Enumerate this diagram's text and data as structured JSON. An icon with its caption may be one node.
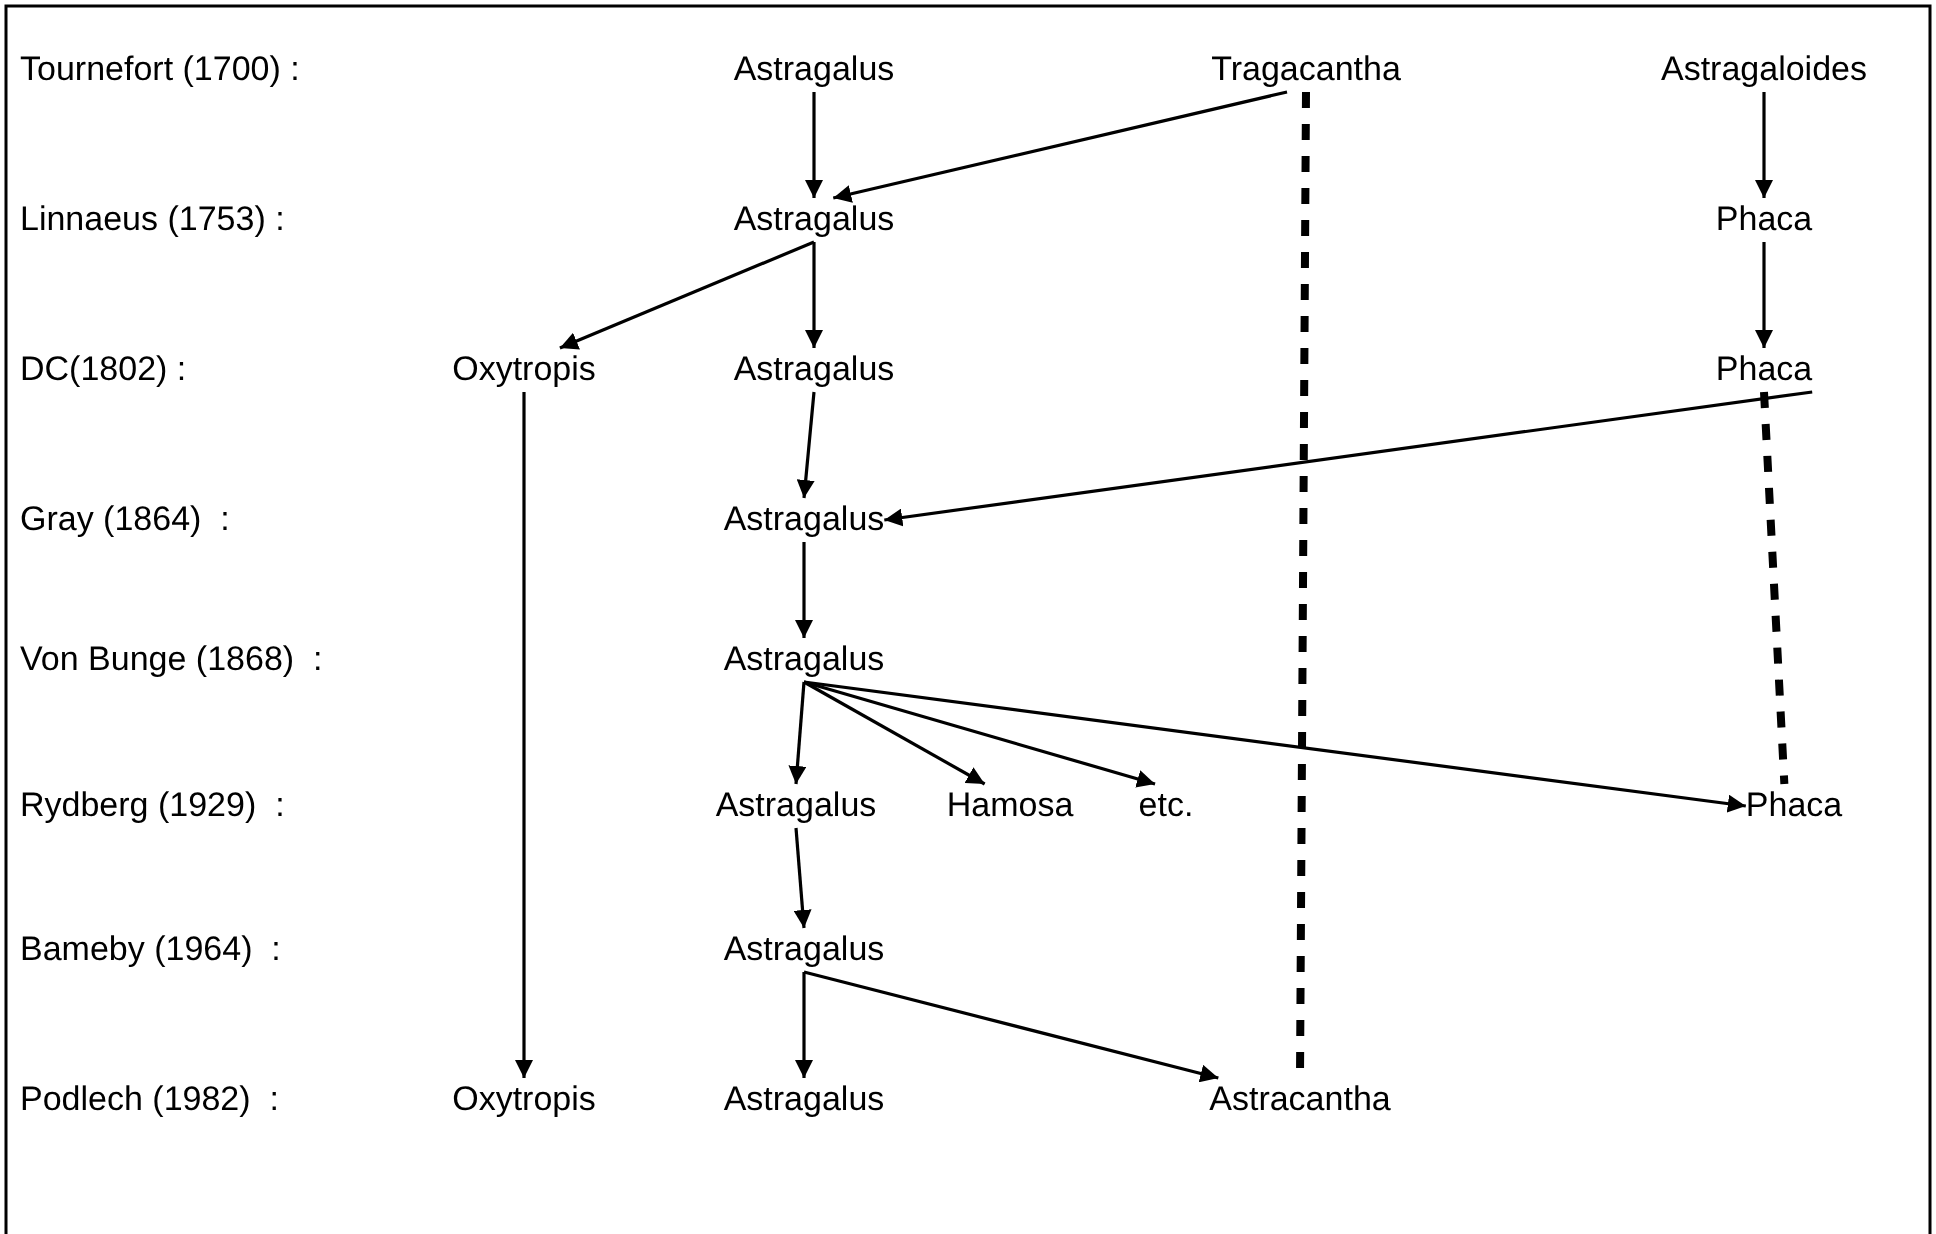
{
  "diagram": {
    "nodes": [
      {
        "text": [
          "Astragalus"
        ]
      },
      {
        "text": [
          "Tragacantha"
        ]
      },
      {
        "text": [
          "Astragaloides"
        ]
      },
      {
        "text": [
          "Astragalus"
        ]
      },
      {
        "text": [
          "Phaca"
        ]
      },
      {
        "text": [
          "Oxytropis"
        ]
      },
      {
        "text": [
          "Astragalus"
        ]
      },
      {
        "text": [
          "Phaca"
        ]
      },
      {
        "text": [
          "Astragalus"
        ]
      },
      {
        "text": [
          "Astragalus"
        ]
      },
      {
        "text": [
          "Astragalus"
        ]
      },
      {
        "text": [
          "Hamosa"
        ]
      },
      {
        "text": [
          "etc."
        ]
      },
      {
        "text": [
          "Phaca"
        ]
      },
      {
        "text": [
          "Astragalus"
        ]
      },
      {
        "text": [
          "Oxytropis"
        ]
      },
      {
        "text": [
          "Astragalus"
        ]
      },
      {
        "text": [
          "Astracantha"
        ]
      }
    ],
    "edges": [
      {
        "from": 0,
        "to": 3,
        "arrow": "to"
      },
      {
        "from": 1,
        "to": 3,
        "arrow": "to"
      },
      {
        "from": 2,
        "to": 4,
        "arrow": "to"
      },
      {
        "from": 3,
        "to": 5,
        "arrow": "to"
      },
      {
        "from": 3,
        "to": 6,
        "arrow": "to"
      },
      {
        "from": 4,
        "to": 7,
        "arrow": "to"
      },
      {
        "from": 6,
        "to": 8,
        "arrow": "to"
      },
      {
        "from": 7,
        "to": 8,
        "arrow": "to"
      },
      {
        "from": 8,
        "to": 9,
        "arrow": "to"
      },
      {
        "from": 9,
        "to": 10,
        "arrow": "to"
      },
      {
        "from": 9,
        "to": 11,
        "arrow": "to"
      },
      {
        "from": 9,
        "to": 12,
        "arrow": "to"
      },
      {
        "from": 9,
        "to": 13,
        "arrow": "to"
      },
      {
        "from": 10,
        "to": 14,
        "arrow": "to"
      },
      {
        "from": 14,
        "to": 16,
        "arrow": "to"
      },
      {
        "from": 14,
        "to": 17,
        "arrow": "to"
      },
      {
        "from": 5,
        "to": 15,
        "arrow": "to"
      },
      {
        "from": 1,
        "to": 17,
        "arrow": "none",
        "style": "dashed"
      },
      {
        "from": 7,
        "to": 13,
        "arrow": "none",
        "style": "dashed"
      }
    ],
    "labels": [
      "Tournefort (1700) :",
      "Linnaeus (1753) :",
      "DC(1802) :",
      "Gray (1864)  :",
      "Von Bunge (1868)  :",
      "Rydberg (1929)  :",
      "Bameby (1964)  :",
      "Podlech (1982)  :"
    ]
  }
}
